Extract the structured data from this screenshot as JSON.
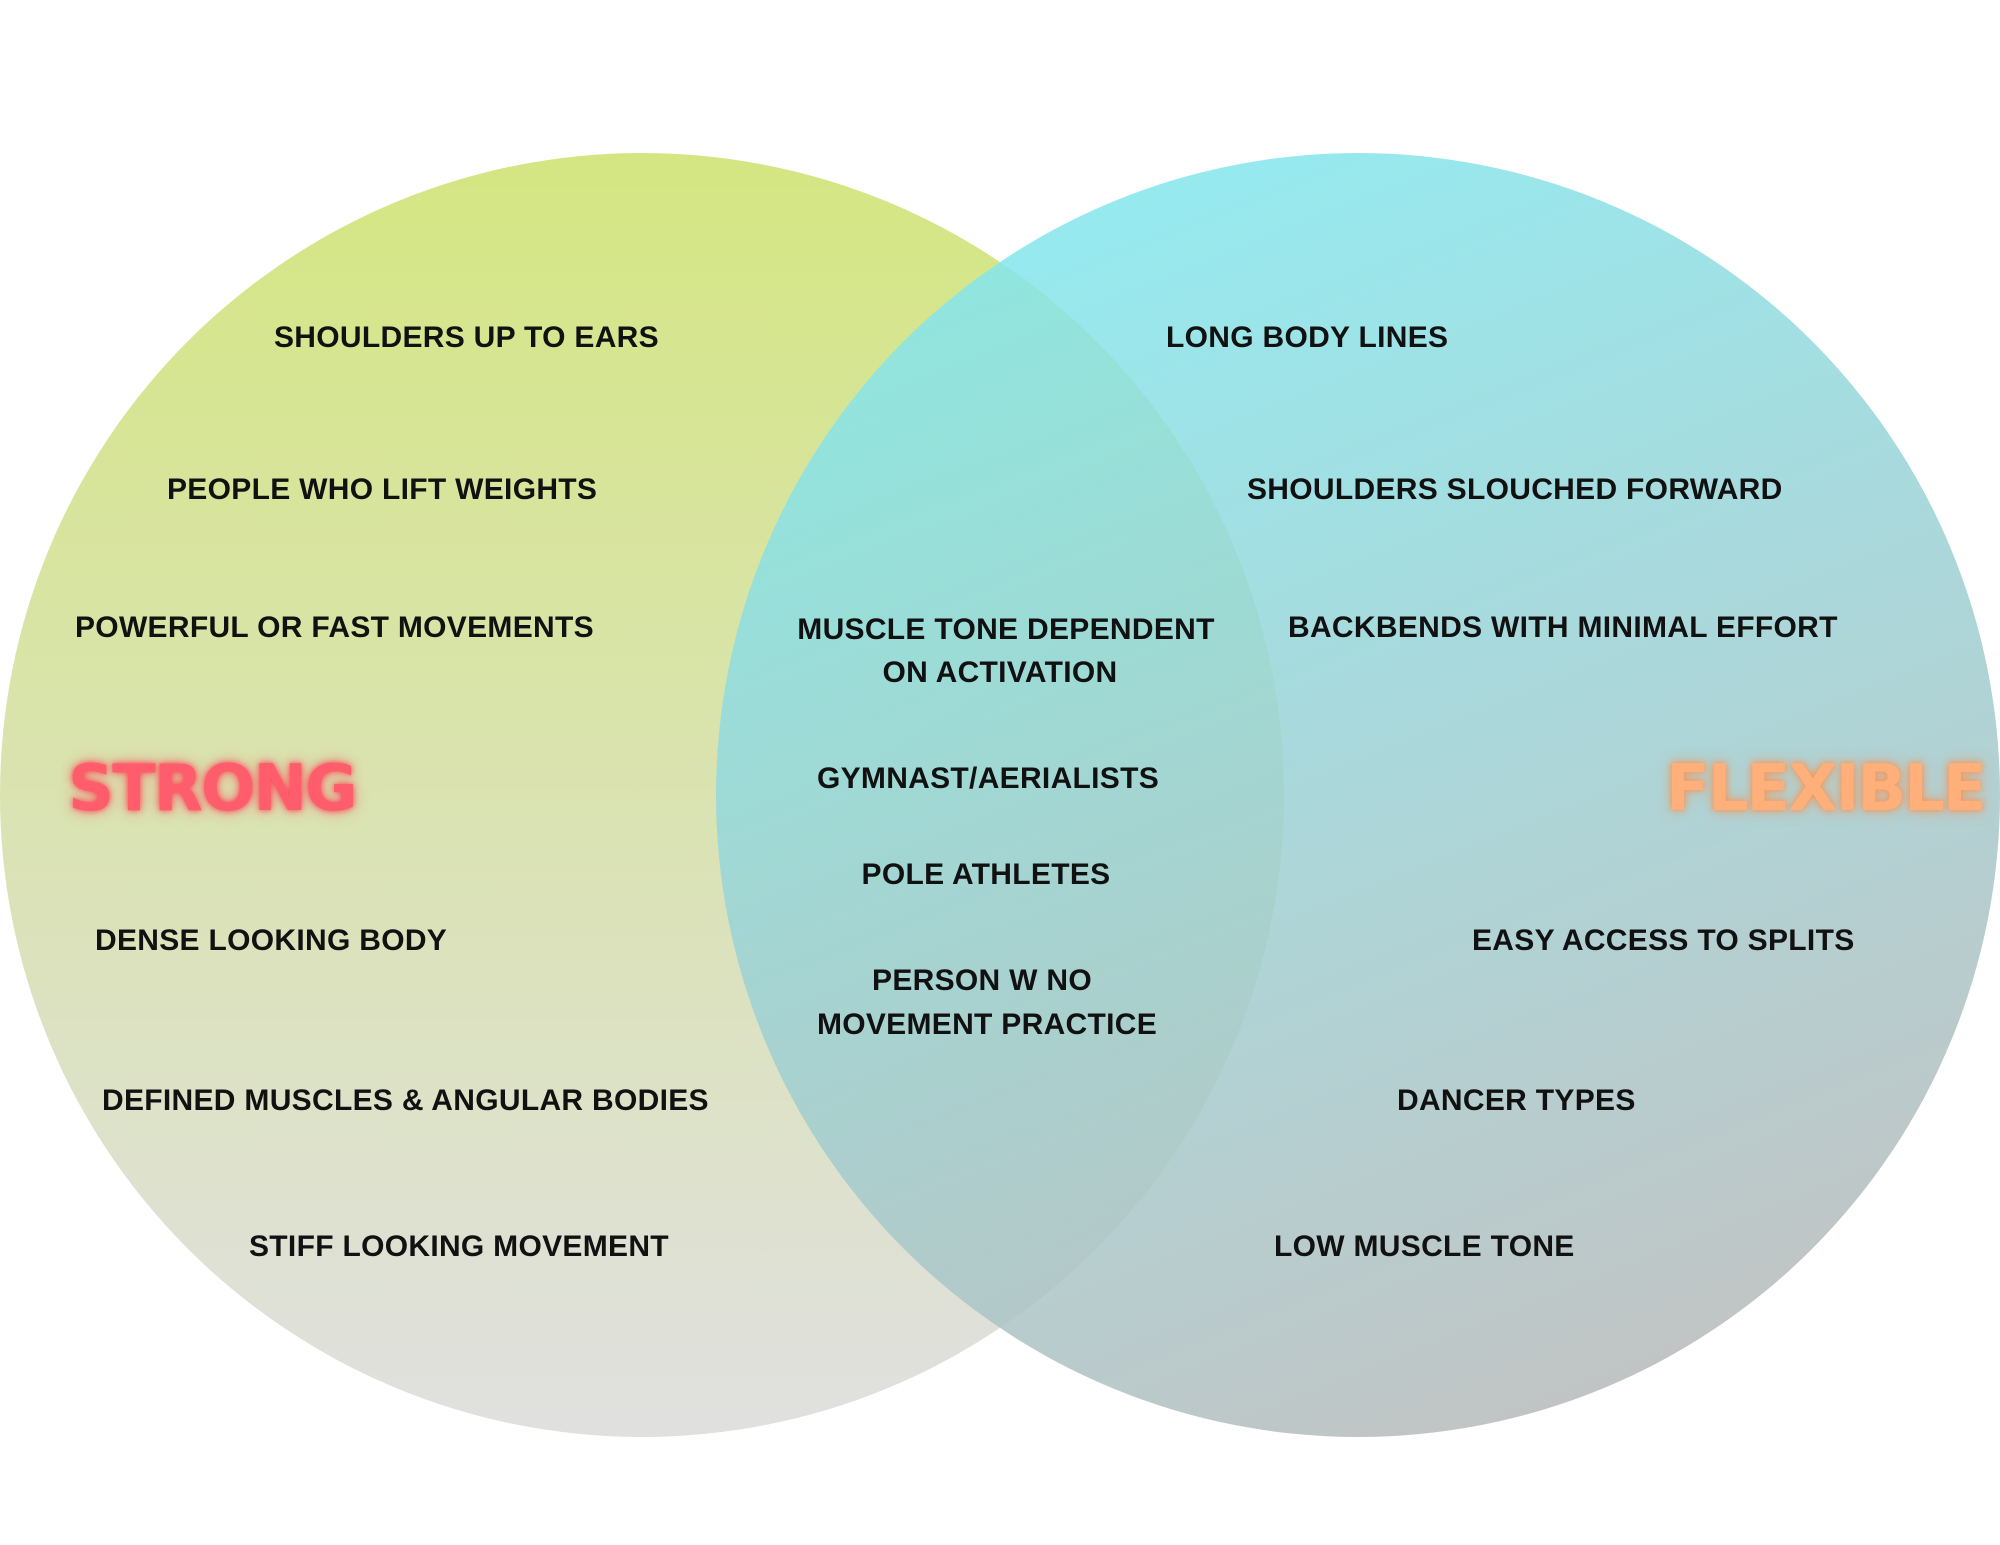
{
  "colors": {
    "left_circle_top": "#d4e682",
    "left_circle_bottom": "#e0e0e0",
    "right_circle_top": "#82e8ee",
    "right_circle_bottom": "#b9b9b9",
    "strong_label": "#ff5c6c",
    "flexible_label": "#ffb07a",
    "text": "#111111"
  },
  "left": {
    "title": "STRONG",
    "items": [
      "SHOULDERS UP TO EARS",
      "PEOPLE WHO LIFT WEIGHTS",
      "POWERFUL OR FAST MOVEMENTS",
      "DENSE LOOKING BODY",
      "DEFINED MUSCLES & ANGULAR BODIES",
      "STIFF LOOKING MOVEMENT"
    ]
  },
  "right": {
    "title": "FLEXIBLE",
    "items": [
      "LONG BODY LINES",
      "SHOULDERS SLOUCHED FORWARD",
      "BACKBENDS WITH MINIMAL EFFORT",
      "EASY ACCESS TO SPLITS",
      "DANCER TYPES",
      "LOW MUSCLE TONE"
    ]
  },
  "overlap": {
    "items": [
      "MUSCLE TONE DEPENDENT",
      "ON ACTIVATION",
      "GYMNAST/AERIALISTS",
      "POLE ATHLETES",
      "PERSON W NO",
      "MOVEMENT PRACTICE"
    ]
  }
}
